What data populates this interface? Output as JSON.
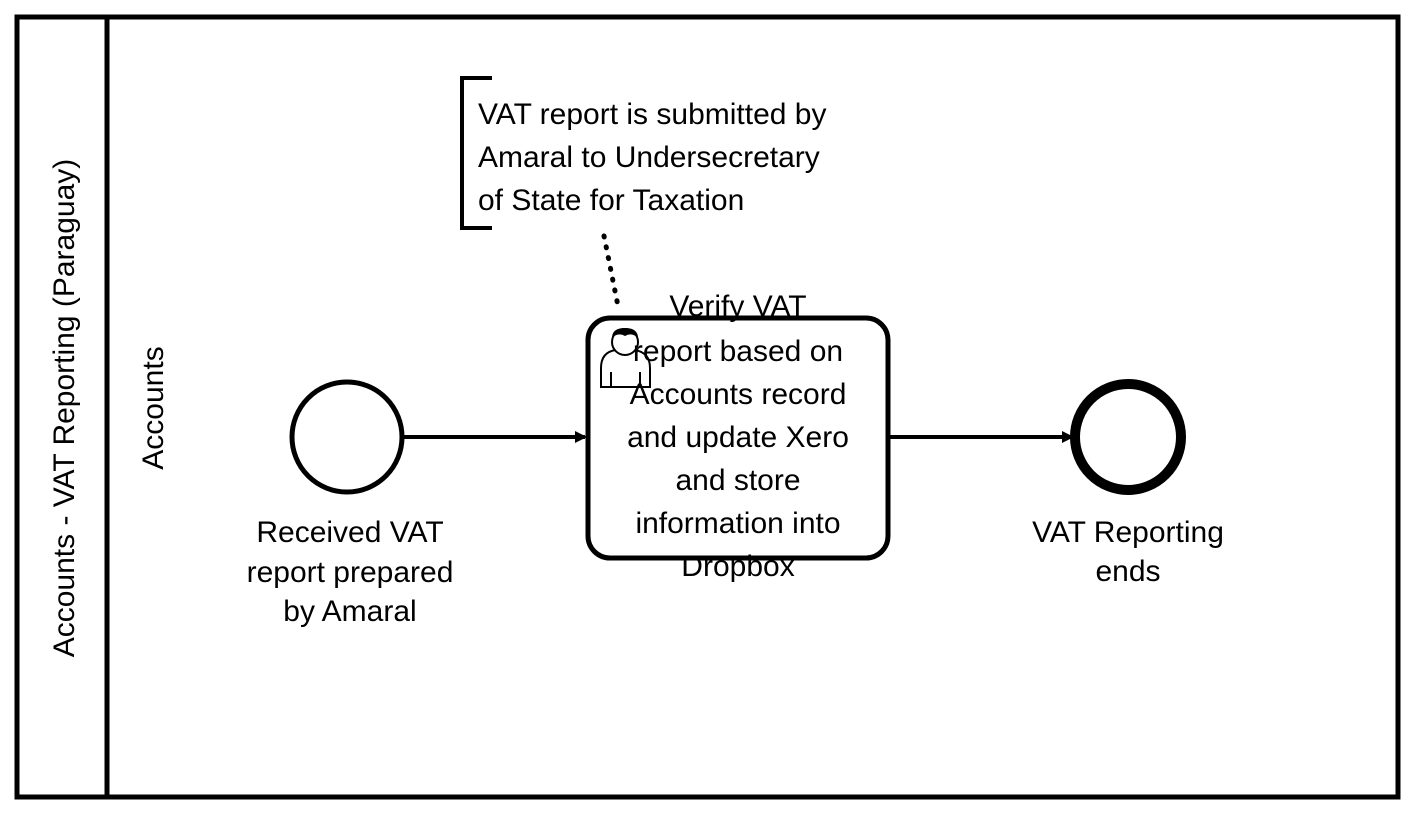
{
  "pool": {
    "label": "Accounts - VAT Reporting (Paraguay)",
    "lane_label": "Accounts"
  },
  "start_event": {
    "label_lines": [
      "Received VAT",
      "report prepared",
      "by Amaral"
    ]
  },
  "task": {
    "type_icon": "user-icon",
    "label_lines": [
      "Verify VAT",
      "report based on",
      "Accounts record",
      "and update Xero",
      "and store",
      "information into",
      "Dropbox"
    ]
  },
  "end_event": {
    "label_lines": [
      "VAT Reporting",
      "ends"
    ]
  },
  "annotation": {
    "text_lines": [
      "VAT report is submitted by",
      "Amaral to Undersecretary",
      "of State for Taxation"
    ]
  }
}
